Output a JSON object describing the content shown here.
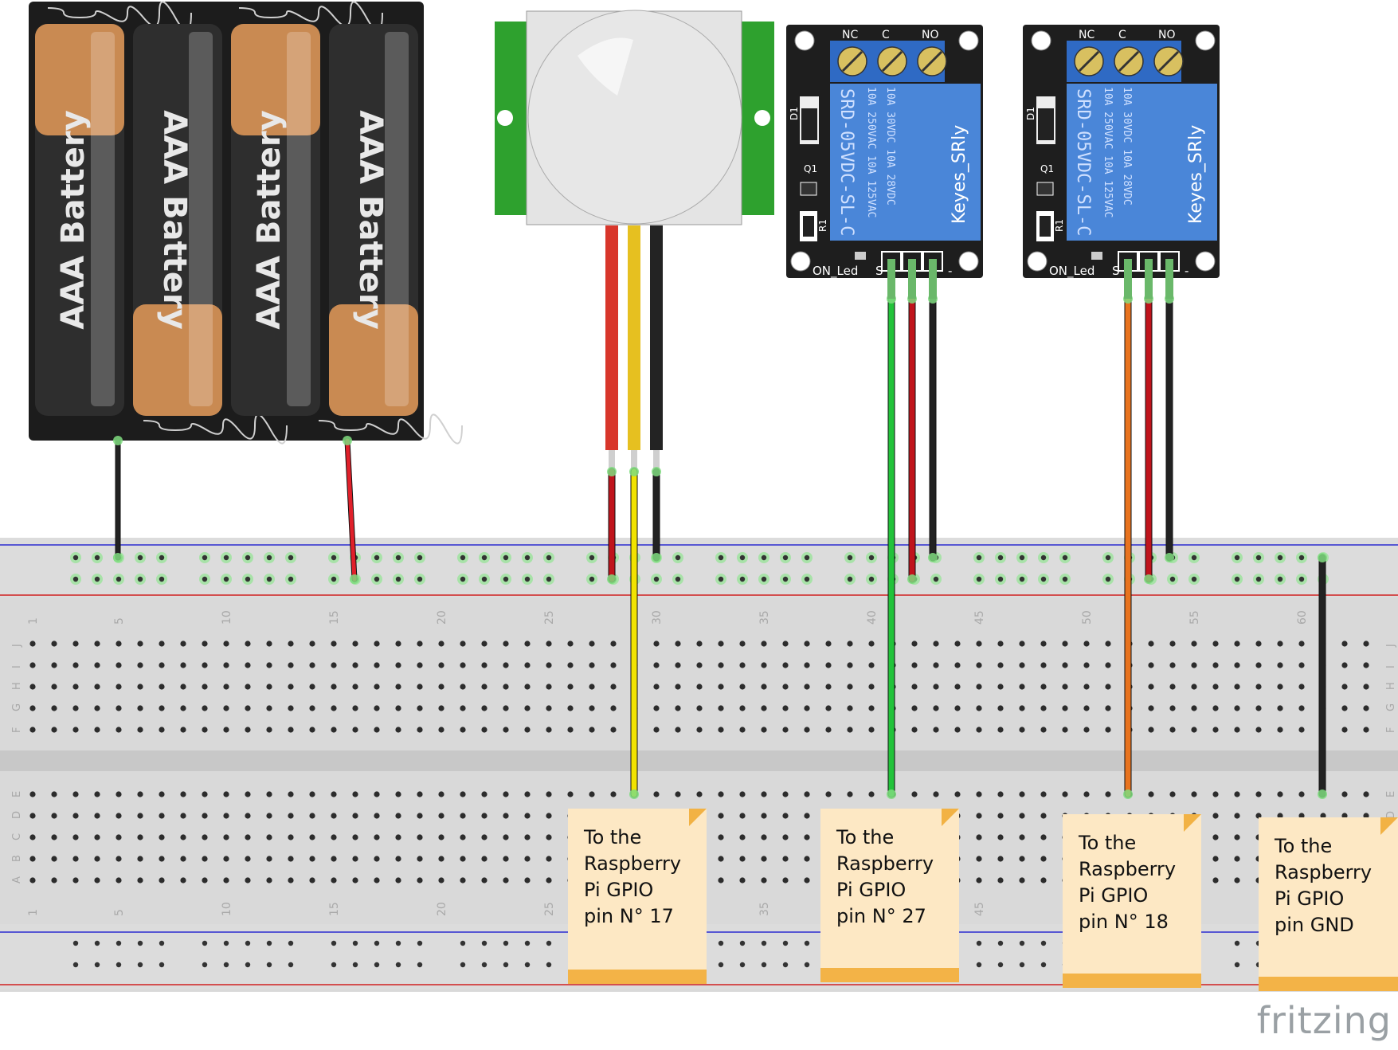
{
  "battery_pack": {
    "cells": [
      {
        "label": "AAA Battery",
        "orientation": "up"
      },
      {
        "label": "AAA Battery",
        "orientation": "down"
      },
      {
        "label": "AAA Battery",
        "orientation": "up"
      },
      {
        "label": "AAA Battery",
        "orientation": "down"
      }
    ]
  },
  "pir_sensor": {
    "name": "PIR motion sensor"
  },
  "relays": [
    {
      "terminal_labels": [
        "NC",
        "C",
        "NO"
      ],
      "side_labels": [
        "D1",
        "Q1",
        "R1"
      ],
      "spec_lines": [
        "SRD-05VDC-SL-C",
        "10A 250VAC   10A 125VAC",
        "10A 30VDC   10A 28VDC"
      ],
      "brand": "Keyes_SRly",
      "led_label": "ON_Led",
      "pin_s": "S",
      "pin_minus": "-"
    },
    {
      "terminal_labels": [
        "NC",
        "C",
        "NO"
      ],
      "side_labels": [
        "D1",
        "Q1",
        "R1"
      ],
      "spec_lines": [
        "SRD-05VDC-SL-C",
        "10A 250VAC   10A 125VAC",
        "10A 30VDC   10A 28VDC"
      ],
      "brand": "Keyes_SRly",
      "led_label": "ON_Led",
      "pin_s": "S",
      "pin_minus": "-"
    }
  ],
  "breadboard": {
    "column_numbers": [
      "1",
      "5",
      "10",
      "15",
      "20",
      "25",
      "30",
      "35",
      "40",
      "45",
      "50",
      "55",
      "60"
    ],
    "row_letters_top": [
      "J",
      "I",
      "H",
      "G",
      "F"
    ],
    "row_letters_bottom": [
      "E",
      "D",
      "C",
      "B",
      "A"
    ]
  },
  "notes": [
    {
      "lines": [
        "To the",
        "Raspberry",
        "Pi GPIO",
        "pin N° 17"
      ]
    },
    {
      "lines": [
        "To the",
        "Raspberry",
        "Pi GPIO",
        "pin N° 27"
      ]
    },
    {
      "lines": [
        "To the",
        "Raspberry",
        "Pi GPIO",
        "pin N° 18"
      ]
    },
    {
      "lines": [
        "To the",
        "Raspberry",
        "Pi GPIO",
        "pin GND"
      ]
    }
  ],
  "watermark": "fritzing",
  "colors": {
    "wire_red": "#e0202a",
    "wire_black": "#222222",
    "wire_yellow": "#f2e300",
    "wire_green": "#22c33a",
    "wire_orange": "#e8731e",
    "relay_blue": "#4a86d8",
    "pir_green": "#2ea12e",
    "note_fill": "#fde8c4",
    "note_accent": "#f3b347"
  }
}
